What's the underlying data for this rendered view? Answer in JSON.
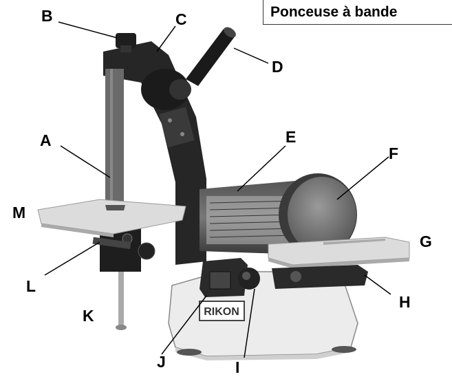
{
  "title": "Ponceuse à bande",
  "brand": "RIKON",
  "labels": [
    "A",
    "B",
    "C",
    "D",
    "E",
    "F",
    "G",
    "H",
    "I",
    "J",
    "K",
    "L",
    "M"
  ]
}
